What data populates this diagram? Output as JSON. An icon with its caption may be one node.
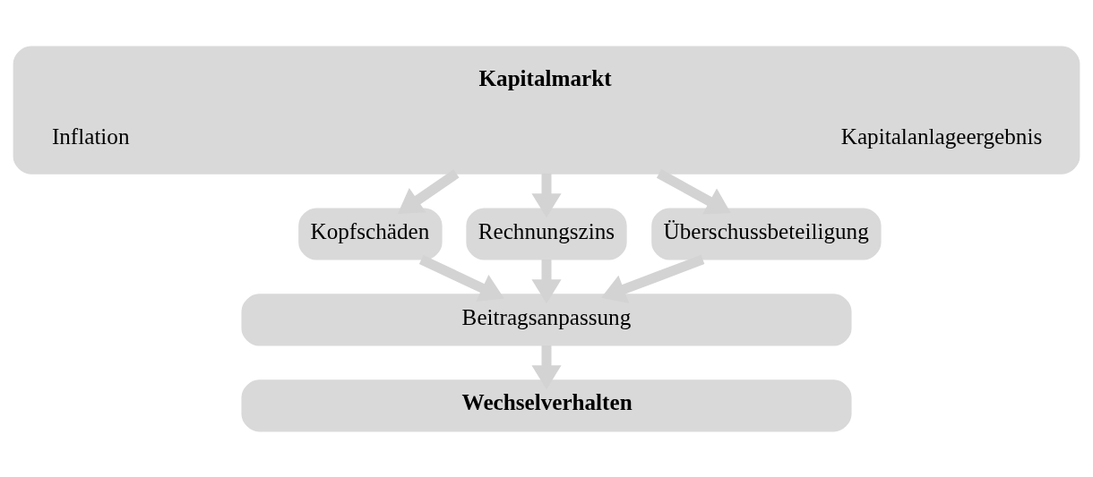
{
  "diagram": {
    "nodes": [
      {
        "text": [
          "Kapitalmarkt",
          "Inflation",
          "Kapitalanlageergebnis"
        ]
      },
      {
        "text": [
          "Kopfschäden"
        ]
      },
      {
        "text": [
          "Rechnungszins"
        ]
      },
      {
        "text": [
          "Überschussbeteiligung"
        ]
      },
      {
        "text": [
          "Beitragsanpassung"
        ]
      },
      {
        "text": [
          "Wechselverhalten"
        ]
      }
    ],
    "edges": [
      {
        "from": 0,
        "to": 1,
        "arrow": "to"
      },
      {
        "from": 0,
        "to": 2,
        "arrow": "to"
      },
      {
        "from": 0,
        "to": 3,
        "arrow": "to"
      },
      {
        "from": 1,
        "to": 4,
        "arrow": "to"
      },
      {
        "from": 2,
        "to": 4,
        "arrow": "to"
      },
      {
        "from": 3,
        "to": 4,
        "arrow": "to"
      },
      {
        "from": 4,
        "to": 5,
        "arrow": "to"
      }
    ]
  }
}
